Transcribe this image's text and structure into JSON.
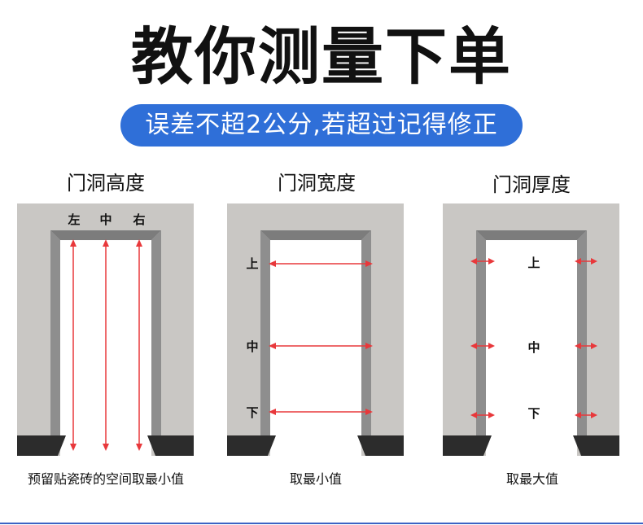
{
  "title": "教你测量下单",
  "subtitle": "误差不超2公分,若超过记得修正",
  "colors": {
    "accent_blue": "#2f6fd8",
    "wall": "#c9c7c4",
    "frame": "#8e8e8e",
    "baseboard": "#2c2c2c",
    "arrow": "#e8383b"
  },
  "panels": [
    {
      "title": "门洞高度",
      "labels": [
        "左",
        "中",
        "右"
      ],
      "caption": "预留贴瓷砖的空间取最小值"
    },
    {
      "title": "门洞宽度",
      "labels": [
        "上",
        "中",
        "下"
      ],
      "caption": "取最小值"
    },
    {
      "title": "门洞厚度",
      "labels": [
        "上",
        "中",
        "下"
      ],
      "caption": "取最大值"
    }
  ]
}
